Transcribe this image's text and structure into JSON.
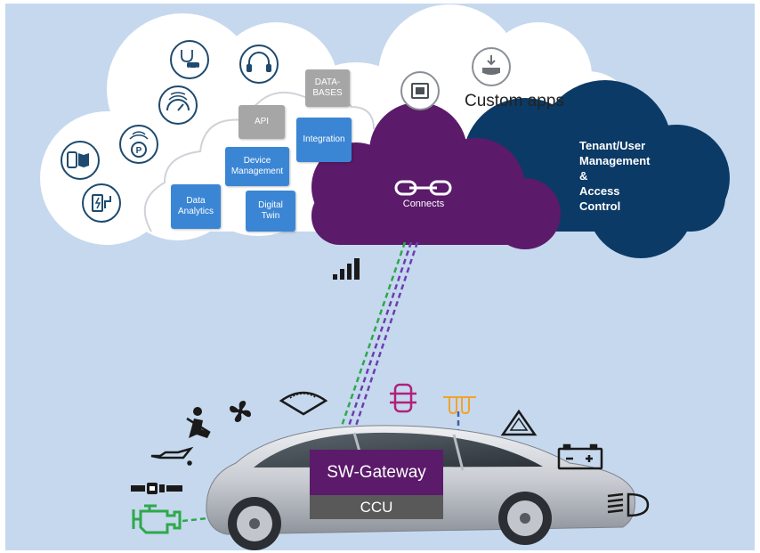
{
  "cloud": {
    "custom_apps_label": "Custom apps",
    "services": {
      "databases": "DATA-\nBASES",
      "api": "API",
      "integration": "Integration",
      "device_management": "Device\nManagement",
      "data_analytics": "Data\nAnalytics",
      "digital_twin": "Digital\nTwin"
    },
    "connects_label": "Connects",
    "tenant": "Tenant/User\nManagement\n&\nAccess\nControl"
  },
  "car": {
    "gateway_label": "SW-Gateway",
    "ccu_label": "CCU"
  },
  "colors": {
    "background": "#c5d8ee",
    "purple": "#5b1a6a",
    "navy": "#0c3a66",
    "service_blue": "#3b86d4",
    "service_gray": "#a6a6a6",
    "green": "#2ea84a"
  },
  "icons": [
    "stethoscope-car-icon",
    "headset-icon",
    "speedometer-icon",
    "parking-icon",
    "map-music-icon",
    "charging-icon",
    "database-icon",
    "chip-icon",
    "connects-logo-icon",
    "signal-bars-icon",
    "seatbelt-person-icon",
    "fan-icon",
    "wiper-icon",
    "airbag-icon",
    "glowplug-icon",
    "hazard-icon",
    "oil-can-icon",
    "battery-icon",
    "belt-buckle-icon",
    "headlight-icon",
    "engine-icon"
  ]
}
